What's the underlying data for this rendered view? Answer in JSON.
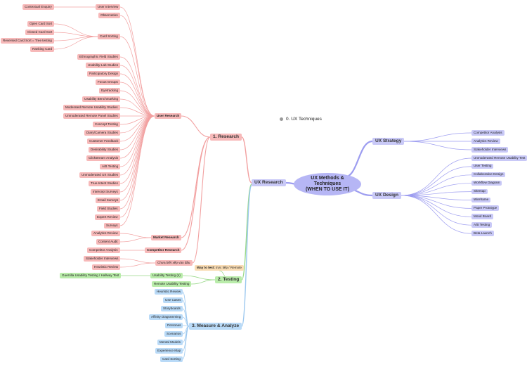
{
  "center": {
    "line1": "UX Methods &",
    "line2": "Techniques",
    "line3": "(WHEN TO USE IT)"
  },
  "floating_topic": "0. UX Techniques",
  "colors": {
    "research": "#f7b9b9",
    "testing": "#b9ecaa",
    "measure": "#b9daf7",
    "strategy": "#c9c9f7",
    "note": "#f9dcb4"
  },
  "ux_research": "UX Research",
  "research": {
    "label": "1. Research",
    "user_research": {
      "label": "User Research",
      "user_interview": {
        "label": "User Interview",
        "children": [
          "Contextual Enquiry"
        ]
      },
      "observation": "Observation",
      "card_sorting": {
        "label": "Card Sorting",
        "children": [
          "Open Card Sort",
          "Closed Card Sort",
          "Reversed Card Sort = Tree testing",
          "Ranking Card"
        ]
      },
      "methods": [
        "Ethnographic Field Studies",
        "Usability-Lab Studies",
        "Participatory Design",
        "Focus Groups",
        "Eyetracking",
        "Usability Benchmarking",
        "Moderated Remote Usability Studies",
        "Unmoderated Remote Panel Studies",
        "Concept Testing",
        "Diary/Camera Studies",
        "Customer Feedback",
        "Desirability Studies",
        "Clickstream Analysis",
        "A/B Testing",
        "Unmoderated UX Studies",
        "True-Intent Studies",
        "Intercept Surveys",
        "Email Surveys",
        "Field Studies",
        "Expert Review",
        "Surveys"
      ]
    },
    "market_research": {
      "label": "Market Research",
      "children": [
        "Analytics Review",
        "Content Audit"
      ]
    },
    "competitor_research": {
      "label": "Competitor Research",
      "children": [
        "Competitor Analysis"
      ]
    },
    "unknown": {
      "label": "Chưa biết xếp vào đâu",
      "children": [
        "Stakeholder Interviews",
        "Heuristic Review"
      ]
    }
  },
  "testing": {
    "label": "2. Testing",
    "note": {
      "bold": "Way to test:",
      "rest": " trực tiếp / Remote"
    },
    "usability_testing": {
      "label": "Usability Testing (s)",
      "children": [
        "Guerrilla Usability Testing / Hallway Test"
      ]
    },
    "remote": "Remote Usability Testing"
  },
  "measure": {
    "label": "3. Measure & Analyze",
    "children": [
      "Heuristic Review",
      "Use Cases",
      "Storyboards",
      "Affinity Diagramming",
      "Personas",
      "Scenarios",
      "Mental Models",
      "Experience Map",
      "Card Sorting"
    ]
  },
  "ux_strategy": {
    "label": "UX Strategy",
    "children": [
      "Competitor Analysis",
      "Analytics Review",
      "Stakeholder Interviews"
    ]
  },
  "ux_design": {
    "label": "UX Design",
    "children": [
      "Unmoderated Remote Usability Test",
      "User Testing",
      "Collaborative Design",
      "Workflow Diagram",
      "Sitemap",
      "Wireframe",
      "Paper Prototype",
      "Mood Board",
      "A/B Testing",
      "Beta Launch"
    ]
  }
}
